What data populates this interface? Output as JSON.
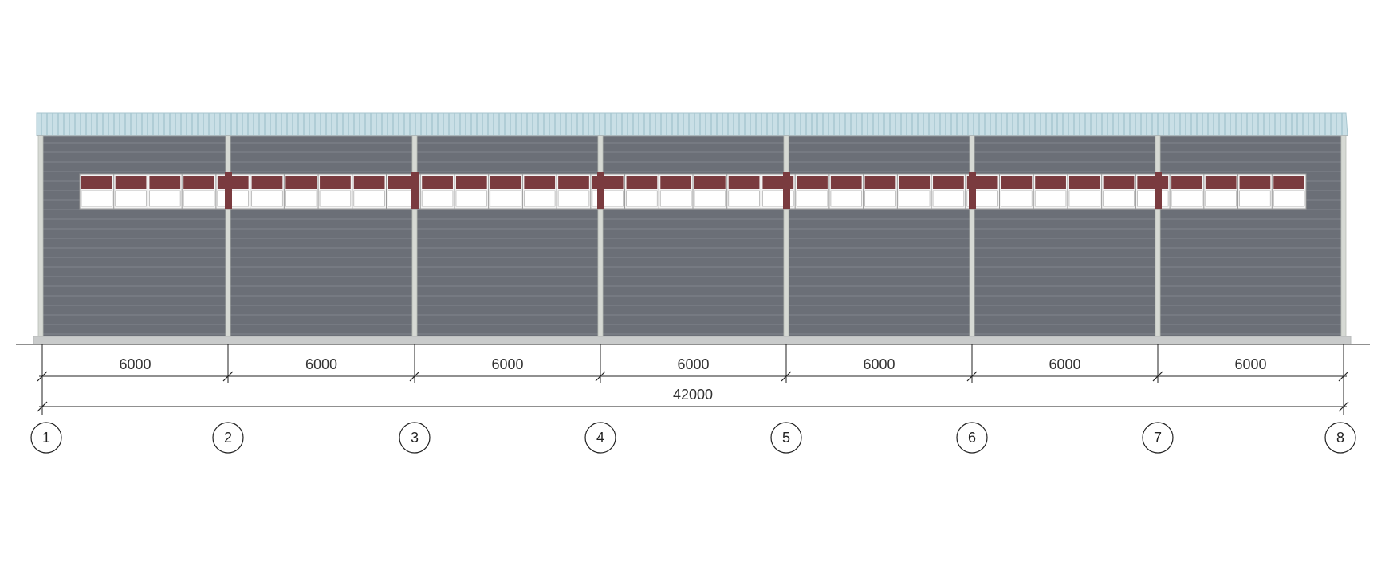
{
  "elevation": {
    "grid_axes": [
      "1",
      "2",
      "3",
      "4",
      "5",
      "6",
      "7",
      "8"
    ],
    "bay_dimensions": [
      "6000",
      "6000",
      "6000",
      "6000",
      "6000",
      "6000",
      "6000"
    ],
    "overall_dimension": "42000",
    "colors": {
      "wall": "#6b6f77",
      "wall_seam": "#7a7e86",
      "roof": "#c9dfe6",
      "column": "#d6d9d4",
      "base": "#c9cbcb",
      "window_band": "#7a3b3f",
      "window_frame": "#f4f4f4",
      "line": "#222222"
    },
    "icons": {
      "axis_marker": "circle-icon",
      "dimension_tick": "slash-tick-icon"
    }
  }
}
